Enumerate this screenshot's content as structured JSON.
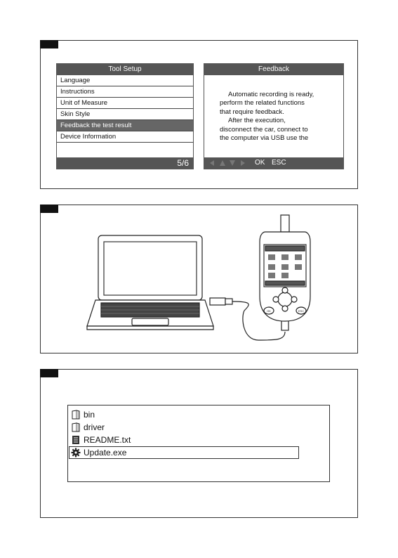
{
  "tool_setup": {
    "title": "Tool Setup",
    "items": [
      {
        "label": "Language"
      },
      {
        "label": "Instructions"
      },
      {
        "label": "Unit of Measure"
      },
      {
        "label": "Skin Style"
      },
      {
        "label": "Feedback the test result",
        "selected": true
      },
      {
        "label": "Device Information"
      }
    ],
    "page": "5/6"
  },
  "feedback": {
    "title": "Feedback",
    "lines": [
      "Automatic recording is ready,",
      "perform the related functions",
      "that require feedback.",
      "After the execution,",
      "disconnect the car, connect to",
      "the computer via USB use the"
    ],
    "ok_label": "OK",
    "esc_label": "ESC"
  },
  "device": {
    "ok_label": "OK",
    "esc_label": "ESC"
  },
  "files": {
    "items": [
      {
        "name": "bin",
        "icon": "folder-icon"
      },
      {
        "name": "driver",
        "icon": "folder-icon"
      },
      {
        "name": "README.txt",
        "icon": "text-file-icon"
      },
      {
        "name": "Update.exe",
        "icon": "gear-icon",
        "selected": true
      }
    ]
  }
}
